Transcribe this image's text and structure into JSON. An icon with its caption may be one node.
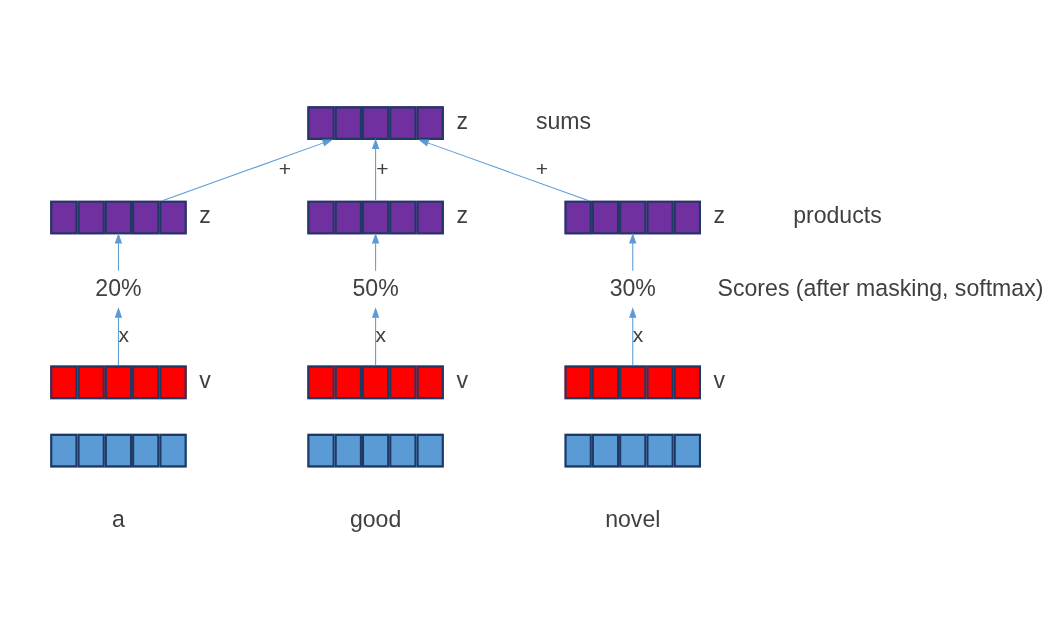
{
  "diagram": {
    "nodes": [
      {
        "text": [],
        "shape": "bar",
        "beside": [
          "z"
        ]
      },
      {
        "text": [],
        "shape": "bar",
        "beside": [
          "z"
        ]
      },
      {
        "text": [],
        "shape": "bar",
        "beside": [
          "z"
        ]
      },
      {
        "text": [],
        "shape": "bar",
        "beside": [
          "z"
        ]
      },
      {
        "text": [
          "20%"
        ]
      },
      {
        "text": [
          "50%"
        ]
      },
      {
        "text": [
          "30%"
        ]
      },
      {
        "text": [],
        "shape": "bar",
        "beside": [
          "v"
        ]
      },
      {
        "text": [],
        "shape": "bar",
        "beside": [
          "v"
        ]
      },
      {
        "text": [],
        "shape": "bar",
        "beside": [
          "v"
        ]
      },
      {
        "text": [],
        "shape": "bar"
      },
      {
        "text": [],
        "shape": "bar"
      },
      {
        "text": [],
        "shape": "bar"
      }
    ],
    "edges": [
      {
        "from": 1,
        "to": 0,
        "arrow": "to",
        "label": "+"
      },
      {
        "from": 2,
        "to": 0,
        "arrow": "to",
        "label": "+"
      },
      {
        "from": 3,
        "to": 0,
        "arrow": "to",
        "label": "+"
      },
      {
        "from": 4,
        "to": 1,
        "arrow": "to"
      },
      {
        "from": 5,
        "to": 2,
        "arrow": "to"
      },
      {
        "from": 6,
        "to": 3,
        "arrow": "to"
      },
      {
        "from": 7,
        "to": 4,
        "arrow": "to",
        "label": "x"
      },
      {
        "from": 8,
        "to": 5,
        "arrow": "to",
        "label": "x"
      },
      {
        "from": 9,
        "to": 6,
        "arrow": "to",
        "label": "x"
      }
    ],
    "labels": [
      "sums",
      "products",
      "Scores (after masking, softmax)",
      "a",
      "good",
      "novel"
    ]
  }
}
